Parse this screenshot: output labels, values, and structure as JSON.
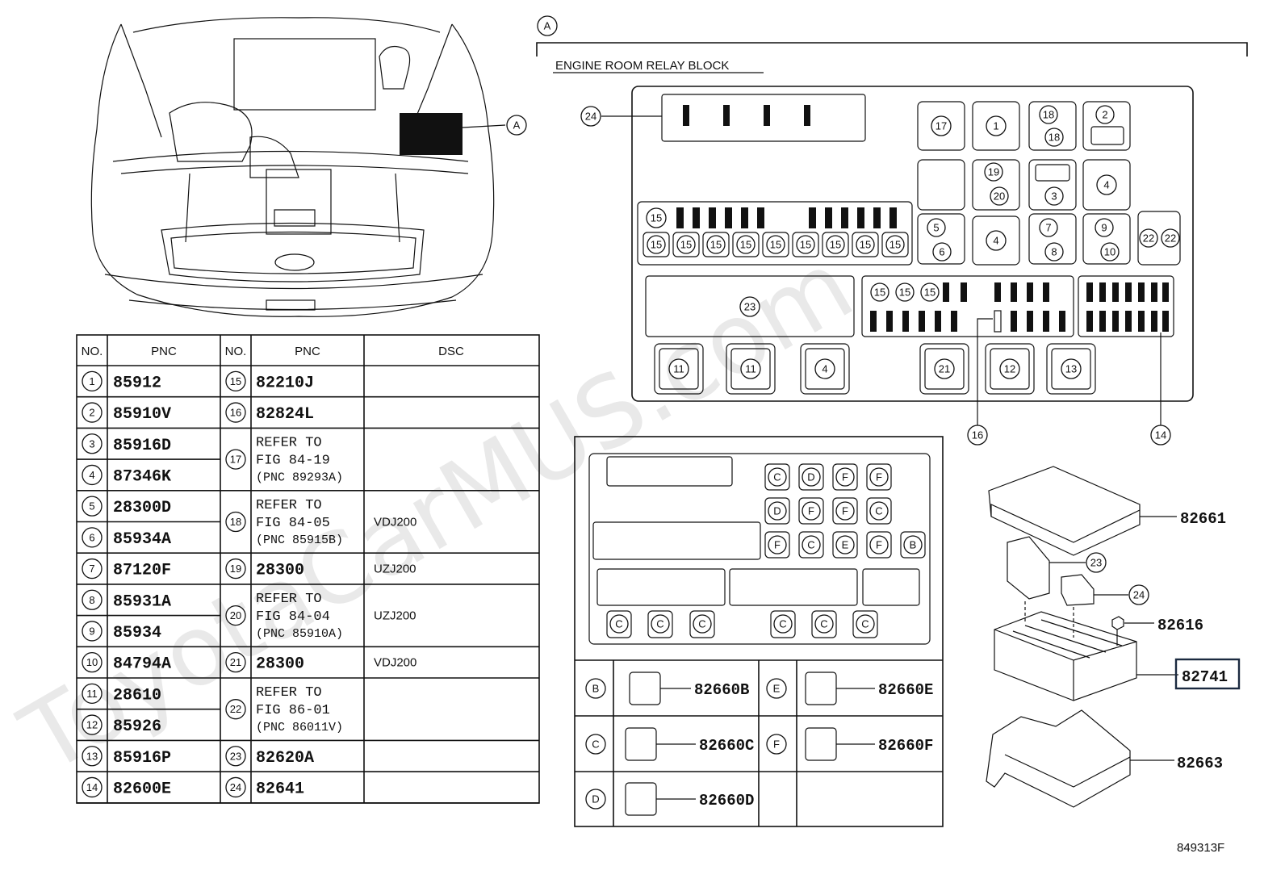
{
  "diagram_code": "849313F",
  "callout_a": "A",
  "section_title": "ENGINE ROOM RELAY BLOCK",
  "table_headers": {
    "no": "NO.",
    "pnc": "PNC",
    "dsc": "DSC"
  },
  "parts_left": [
    {
      "no": "1",
      "pnc": "85912"
    },
    {
      "no": "2",
      "pnc": "85910V"
    },
    {
      "no": "3",
      "pnc": "85916D"
    },
    {
      "no": "4",
      "pnc": "87346K"
    },
    {
      "no": "5",
      "pnc": "28300D"
    },
    {
      "no": "6",
      "pnc": "85934A"
    },
    {
      "no": "7",
      "pnc": "87120F"
    },
    {
      "no": "8",
      "pnc": "85931A"
    },
    {
      "no": "9",
      "pnc": "85934"
    },
    {
      "no": "10",
      "pnc": "84794A"
    },
    {
      "no": "11",
      "pnc": "28610"
    },
    {
      "no": "12",
      "pnc": "85926"
    },
    {
      "no": "13",
      "pnc": "85916P"
    },
    {
      "no": "14",
      "pnc": "82600E"
    }
  ],
  "parts_right": [
    {
      "no": "15",
      "pnc": "82210J",
      "dsc": ""
    },
    {
      "no": "16",
      "pnc": "82824L",
      "dsc": ""
    },
    {
      "no": "17",
      "pnc": "REFER TO",
      "pnc2": "FIG 84-19",
      "pnc3": "(PNC 89293A)",
      "dsc": ""
    },
    {
      "no": "18",
      "pnc": "REFER TO",
      "pnc2": "FIG 84-05",
      "pnc3": "(PNC 85915B)",
      "dsc": "VDJ200"
    },
    {
      "no": "19",
      "pnc": "28300",
      "dsc": "UZJ200"
    },
    {
      "no": "20",
      "pnc": "REFER TO",
      "pnc2": "FIG 84-04",
      "pnc3": "(PNC 85910A)",
      "dsc": "UZJ200"
    },
    {
      "no": "21",
      "pnc": "28300",
      "dsc": "VDJ200"
    },
    {
      "no": "22",
      "pnc": "REFER TO",
      "pnc2": "FIG 86-01",
      "pnc3": "(PNC 86011V)",
      "dsc": ""
    },
    {
      "no": "23",
      "pnc": "82620A",
      "dsc": ""
    },
    {
      "no": "24",
      "pnc": "82641",
      "dsc": ""
    }
  ],
  "relay_block": {
    "big_relays_top": [
      "17",
      "1"
    ],
    "box_18": [
      "18",
      "18"
    ],
    "box_2": "2",
    "box_19_20": [
      "19",
      "20"
    ],
    "box_3": "3",
    "box_4a": "4",
    "box_5_6": [
      "5",
      "6"
    ],
    "box_4b": "4",
    "box_7_8": [
      "7",
      "8"
    ],
    "box_9_10": [
      "9",
      "10"
    ],
    "box_22": [
      "22",
      "22"
    ],
    "fuse_15_single": "15",
    "fuse_15_row": [
      "15",
      "15",
      "15",
      "15",
      "15",
      "15",
      "15",
      "15",
      "15"
    ],
    "fuse_15_mid": [
      "15",
      "15",
      "15"
    ],
    "label_23": "23",
    "label_24": "24",
    "bottom_relays": [
      "11",
      "11",
      "4",
      "21",
      "12",
      "13"
    ],
    "leader_16": "16",
    "leader_14": "14"
  },
  "connector_panel": {
    "rows": [
      [
        "C",
        "D",
        "F",
        "F"
      ],
      [
        "D",
        "F",
        "F",
        "C"
      ],
      [
        "F",
        "C",
        "E",
        "F",
        "B"
      ]
    ],
    "bottom_row": [
      "C",
      "C",
      "C",
      "C",
      "C",
      "C"
    ]
  },
  "connector_legend": [
    {
      "letter": "B",
      "pnc": "82660B"
    },
    {
      "letter": "E",
      "pnc": "82660E"
    },
    {
      "letter": "C",
      "pnc": "82660C"
    },
    {
      "letter": "F",
      "pnc": "82660F"
    },
    {
      "letter": "D",
      "pnc": "82660D"
    }
  ],
  "exploded_parts": {
    "cover": "82661",
    "item_23": "23",
    "item_24": "24",
    "bolt": "82616",
    "block": "82741",
    "bracket": "82663"
  },
  "watermark": "ToyotaCarMUS.com"
}
